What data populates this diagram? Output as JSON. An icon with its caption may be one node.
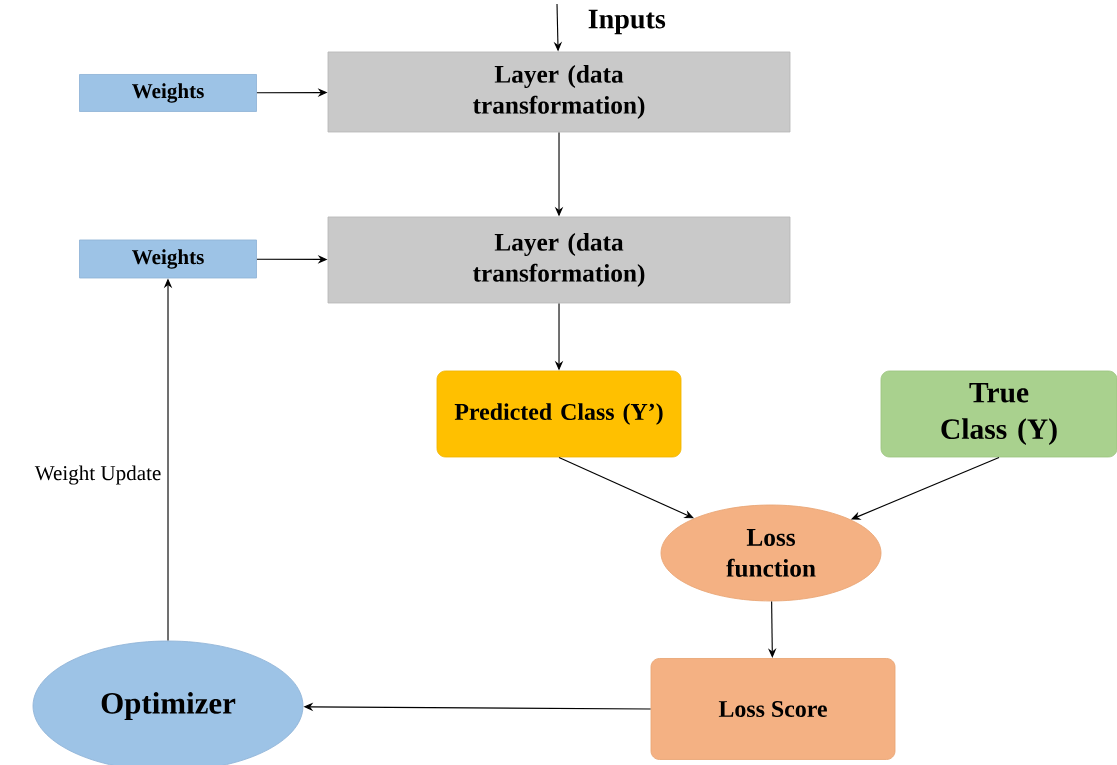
{
  "diagram": {
    "nodes": [
      {
        "text": [
          "Weights"
        ]
      },
      {
        "text": [
          "Layer (data transformation)"
        ]
      },
      {
        "text": [
          "Weights"
        ]
      },
      {
        "text": [
          "Layer (data transformation)"
        ]
      },
      {
        "text": [
          "Predicted Class (Y’)"
        ]
      },
      {
        "text": [
          "True Class (Y)"
        ]
      },
      {
        "text": [
          "Loss function"
        ]
      },
      {
        "text": [
          "Loss Score"
        ]
      },
      {
        "text": [
          "Optimizer"
        ]
      }
    ],
    "edges": [
      {
        "from": null,
        "to": 1,
        "arrow": "to",
        "label": "Inputs"
      },
      {
        "from": 0,
        "to": 1,
        "arrow": "to"
      },
      {
        "from": 1,
        "to": 3,
        "arrow": "to"
      },
      {
        "from": 2,
        "to": 3,
        "arrow": "to"
      },
      {
        "from": 3,
        "to": 4,
        "arrow": "to"
      },
      {
        "from": 4,
        "to": 6,
        "arrow": "to"
      },
      {
        "from": 5,
        "to": 6,
        "arrow": "to"
      },
      {
        "from": 6,
        "to": 7,
        "arrow": "to"
      },
      {
        "from": 7,
        "to": 8,
        "arrow": "to"
      },
      {
        "from": 8,
        "to": 2,
        "arrow": "to",
        "label": "Weight Update"
      }
    ]
  }
}
